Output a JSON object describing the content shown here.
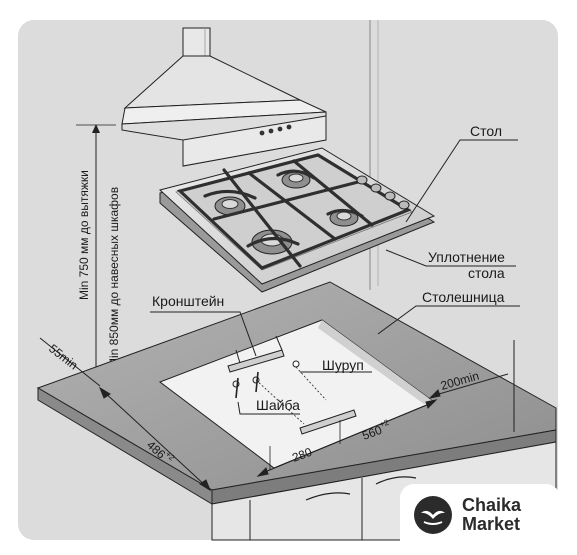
{
  "labels": {
    "table": "Стол",
    "seal_line1": "Уплотнение",
    "seal_line2": "стола",
    "countertop": "Столешница",
    "bracket": "Кронштейн",
    "screw": "Шуруп",
    "washer": "Шайба",
    "min_hood": "Min 750 мм до вытяжки",
    "min_cabinets": "Min 850мм до навесных шкафов"
  },
  "dimensions": {
    "d55": "55min",
    "d486": "486",
    "d486_tol": "+2",
    "d280": "280",
    "d560": "560",
    "d560_tol": "+2",
    "d200": "200min"
  },
  "brand": {
    "line1": "Chaika",
    "line2": "Market"
  },
  "colors": {
    "background_panel": "#dcdcdc",
    "countertop": "#9b9b9b",
    "hob_surface": "#d8d8d8",
    "grates": "#3a3a3a",
    "line": "#222222"
  }
}
